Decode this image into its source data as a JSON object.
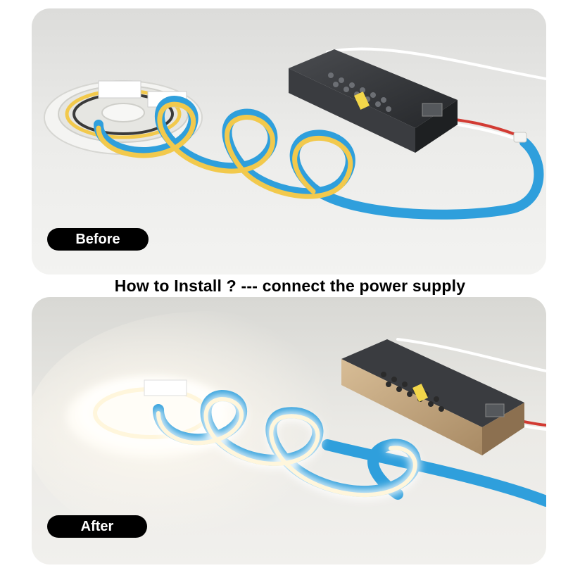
{
  "before_panel": {
    "badge_label": "Before"
  },
  "caption": {
    "text": "How to Install ? --- connect the power supply"
  },
  "after_panel": {
    "badge_label": "After"
  },
  "colors": {
    "strip_backing": "#2f9fdc",
    "led_strip_off": "#f2c94c",
    "led_strip_on": "#fff6dc",
    "driver_dark": "#2b2d30",
    "driver_gold": "#c2a27a",
    "panel_background": "#e9e9e6",
    "badge_background": "#000000"
  }
}
